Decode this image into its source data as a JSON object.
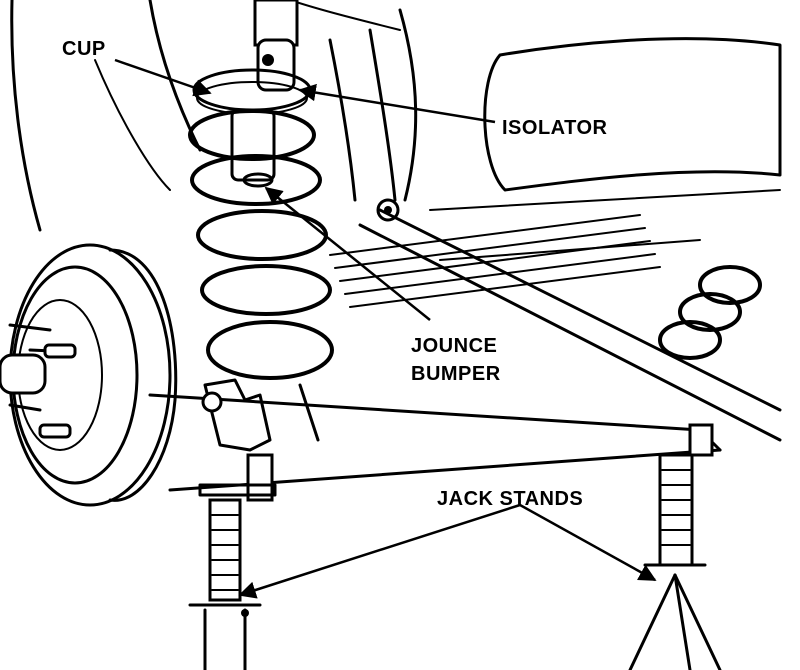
{
  "labels": {
    "cup": "CUP",
    "isolator": "ISOLATOR",
    "jounce_line1": "JOUNCE",
    "jounce_line2": "BUMPER",
    "jack_stands": "JACK STANDS"
  }
}
